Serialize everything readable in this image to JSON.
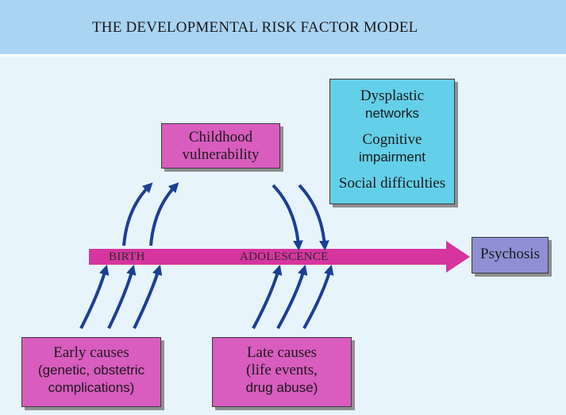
{
  "title": "THE DEVELOPMENTAL RISK FACTOR MODEL",
  "timeline": {
    "birth_label": "BIRTH",
    "adolescence_label": "ADOLESCENCE"
  },
  "boxes": {
    "childhood": {
      "line1": "Childhood",
      "line2": "vulnerability"
    },
    "early": {
      "line1": "Early causes",
      "line2": "(genetic, obstetric",
      "line3": "complications)"
    },
    "late": {
      "line1": "Late causes",
      "line2": "(life events,",
      "line3": "drug abuse)"
    },
    "psychosis": "Psychosis",
    "outcomes": {
      "item1_line1": "Dysplastic",
      "item1_line2": "networks",
      "item2_line1": "Cognitive",
      "item2_line2": "impairment",
      "item3": "Social difficulties"
    }
  },
  "colors": {
    "title_bar": "#a9d4f2",
    "background": "#e8f4fc",
    "box_pink": "#d95cbf",
    "box_cyan": "#64cfe8",
    "box_lavender": "#8f8fd6",
    "timeline_arrow": "#d6359f",
    "curved_arrows": "#1c3f96"
  }
}
